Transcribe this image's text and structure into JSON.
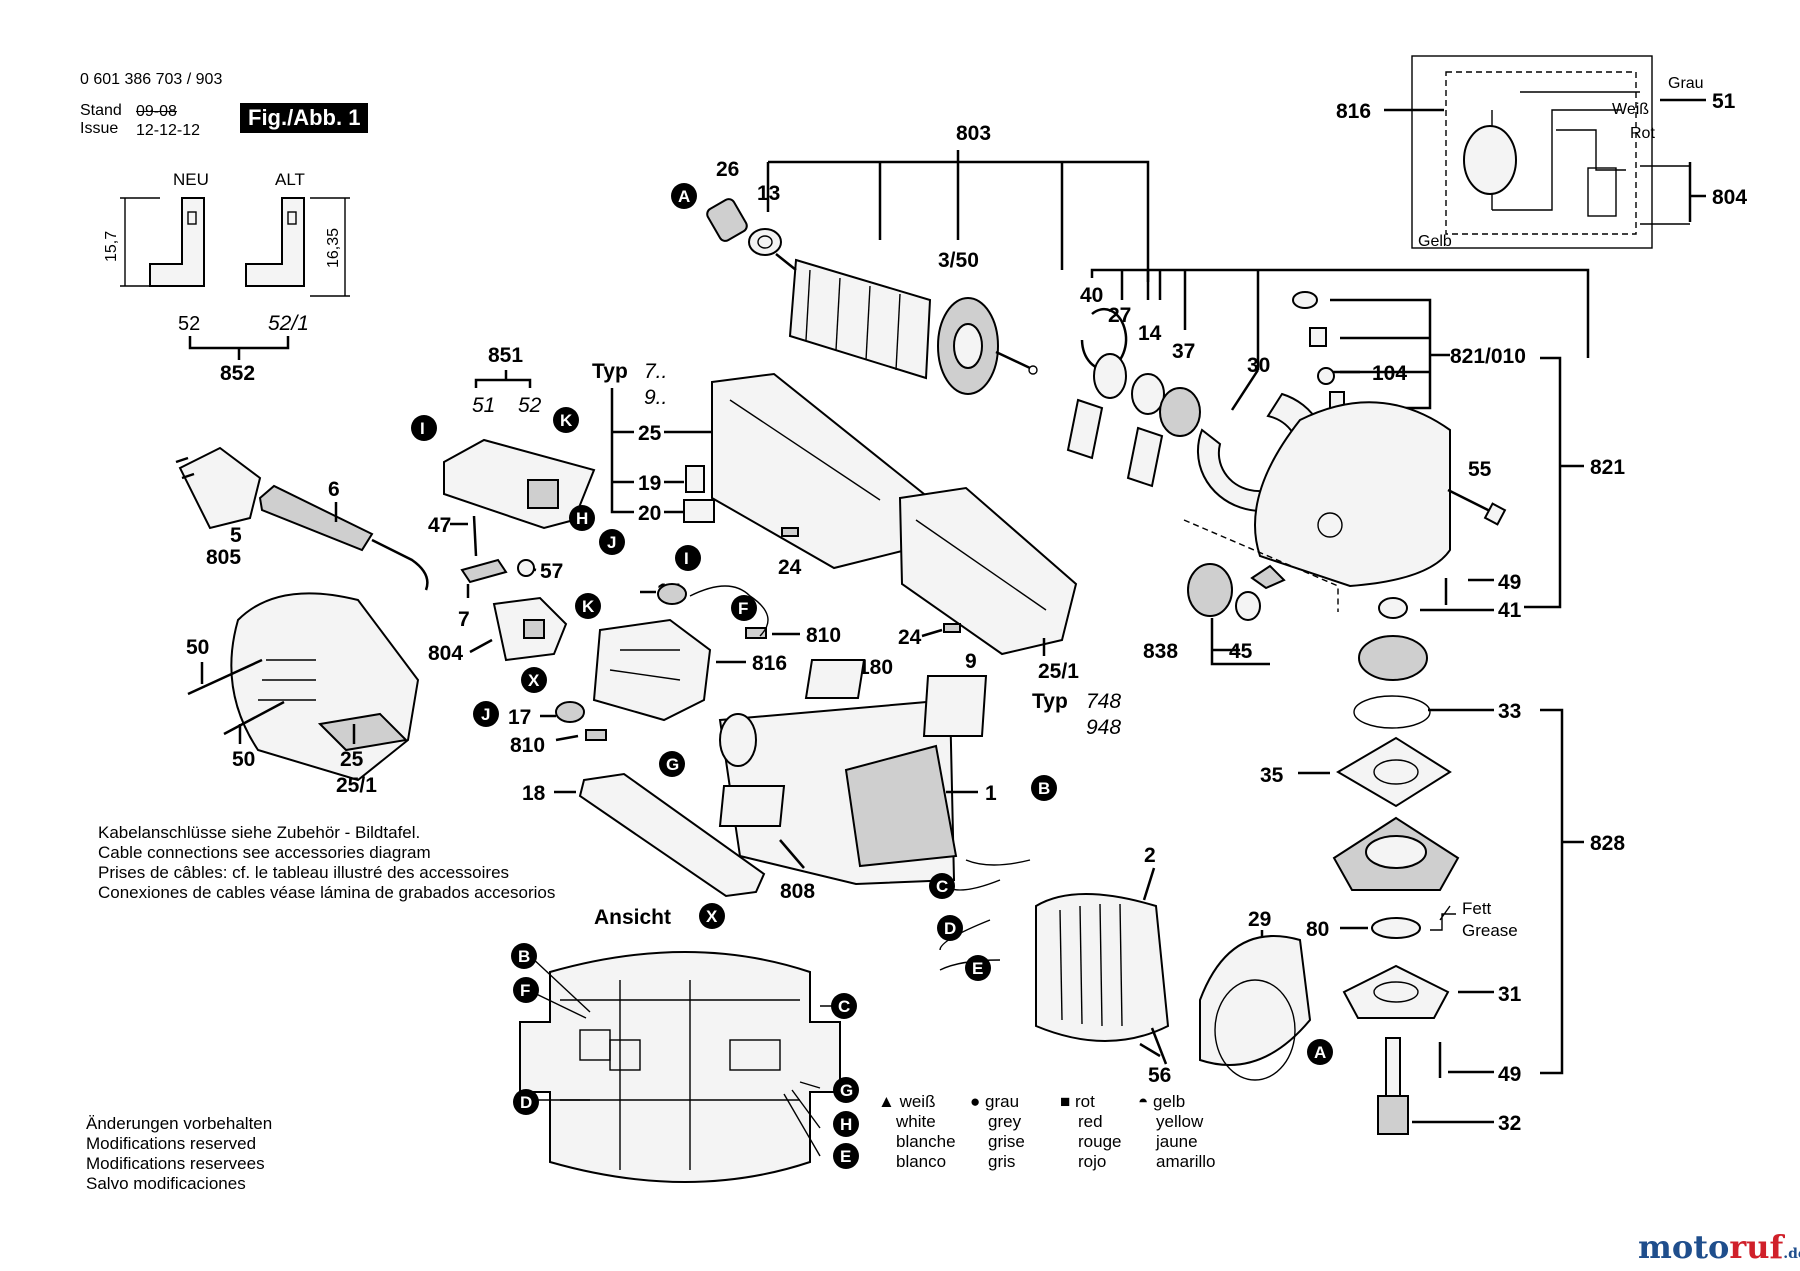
{
  "header": {
    "doc_number": "0 601 386 703 / 903",
    "stand_label": "Stand",
    "issue_label": "Issue",
    "old_date": "09-08",
    "date": "12-12-12",
    "figure_badge": "Fig./Abb. 1"
  },
  "neu_alt": {
    "neu": "NEU",
    "alt": "ALT",
    "dim_left": "15,7",
    "dim_right": "16,35",
    "part_52": "52",
    "part_52_1": "52/1",
    "part_852": "852"
  },
  "typ_upper": {
    "label": "Typ",
    "v1": "7..",
    "v2": "9.."
  },
  "typ_lower": {
    "label": "Typ",
    "v1": "748",
    "v2": "948"
  },
  "notes": {
    "cable": [
      "Kabelanschlüsse siehe Zubehör - Bildtafel.",
      "Cable connections see accessories diagram",
      "Prises de câbles: cf. le tableau illustré des accessoires",
      "Conexiones de cables véase lámina de grabados accesorios"
    ],
    "modifications": [
      "Änderungen vorbehalten",
      "Modifications reserved",
      "Modifications reservees",
      "Salvo modificaciones"
    ]
  },
  "ansicht": {
    "label": "Ansicht",
    "marker": "X"
  },
  "wiring": {
    "grau": "Grau",
    "weiss": "Weiß",
    "rot": "Rot",
    "gelb": "Gelb"
  },
  "fett": {
    "de": "Fett",
    "en": "Grease"
  },
  "color_legend": [
    {
      "symbol": "▲",
      "de": "weiß",
      "en": "white",
      "fr": "blanche",
      "es": "blanco"
    },
    {
      "symbol": "●",
      "de": "grau",
      "en": "grey",
      "fr": "grise",
      "es": "gris"
    },
    {
      "symbol": "■",
      "de": "rot",
      "en": "red",
      "fr": "rouge",
      "es": "rojo"
    },
    {
      "symbol": "◓",
      "de": "gelb",
      "en": "yellow",
      "fr": "jaune",
      "es": "amarillo"
    }
  ],
  "part_numbers": {
    "p803": "803",
    "p26": "26",
    "p13": "13",
    "p3_50": "3/50",
    "p40": "40",
    "p27": "27",
    "p14": "14",
    "p37": "37",
    "p30": "30",
    "p821_010": "821/010",
    "p104": "104",
    "p821": "821",
    "p55": "55",
    "p49a": "49",
    "p41": "41",
    "p838": "838",
    "p45": "45",
    "p33": "33",
    "p35": "35",
    "p828": "828",
    "p80": "80",
    "p31": "31",
    "p49b": "49",
    "p32": "32",
    "p29": "29",
    "p56": "56",
    "p2": "2",
    "p1": "1",
    "p9": "9",
    "p180": "180",
    "p25_1": "25/1",
    "p24a": "24",
    "p24b": "24",
    "p810a": "810",
    "p816a": "816",
    "p17a": "17",
    "p17b": "17",
    "p810b": "810",
    "p18": "18",
    "p808": "808",
    "p851": "851",
    "p51": "51",
    "p52": "52",
    "p25": "25",
    "p19": "19",
    "p20": "20",
    "p6": "6",
    "p5": "5",
    "p805": "805",
    "p47": "47",
    "p57": "57",
    "p7": "7",
    "p804a": "804",
    "p50a": "50",
    "p50b": "50",
    "p25b": "25",
    "p25_1b": "25/1",
    "p816b": "816",
    "p51b": "51",
    "p804b": "804"
  },
  "markers": {
    "A": "A",
    "B": "B",
    "C": "C",
    "D": "D",
    "E": "E",
    "F": "F",
    "G": "G",
    "H": "H",
    "I": "I",
    "J": "J",
    "K": "K",
    "X": "X"
  },
  "logo": {
    "text_a": "moto",
    "text_b": "ruf",
    "suffix": ".de"
  }
}
